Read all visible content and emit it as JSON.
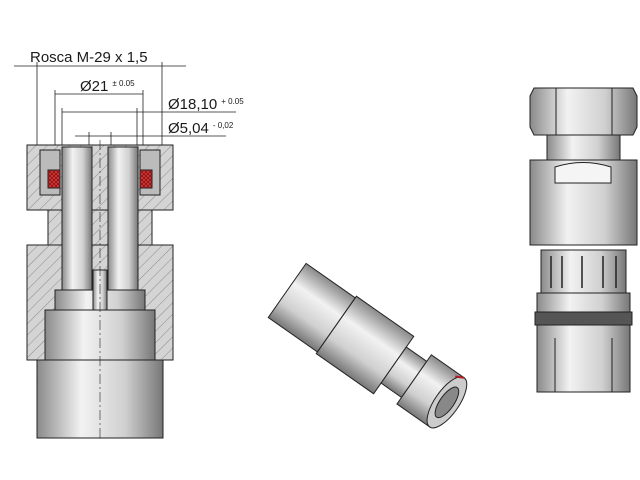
{
  "dimensions": {
    "thread": "Rosca M-29 x 1,5",
    "d1": {
      "symbol": "Ø",
      "value": "21",
      "tol": "± 0.05"
    },
    "d2": {
      "symbol": "Ø",
      "value": "18,10",
      "tol": "+ 0.05"
    },
    "d3": {
      "symbol": "Ø",
      "value": "5,04",
      "tol": "- 0,02"
    }
  },
  "colors": {
    "seal": "#b02020",
    "metal": "#c8c8c8",
    "outline": "#222222"
  }
}
